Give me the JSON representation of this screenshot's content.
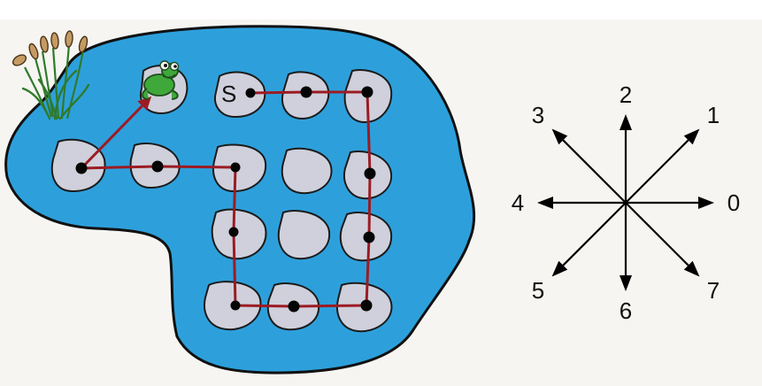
{
  "diagram": {
    "start_label": "S",
    "colors": {
      "pond": "#2da0dc",
      "stone": "#cfd0db",
      "route": "#9c1b23",
      "frog": "#3fa83a",
      "background": "#f6f5f2"
    },
    "icons": [
      "frog-icon",
      "cattail-reeds-icon"
    ],
    "compass": {
      "labels": [
        "0",
        "1",
        "2",
        "3",
        "4",
        "5",
        "6",
        "7"
      ]
    }
  }
}
